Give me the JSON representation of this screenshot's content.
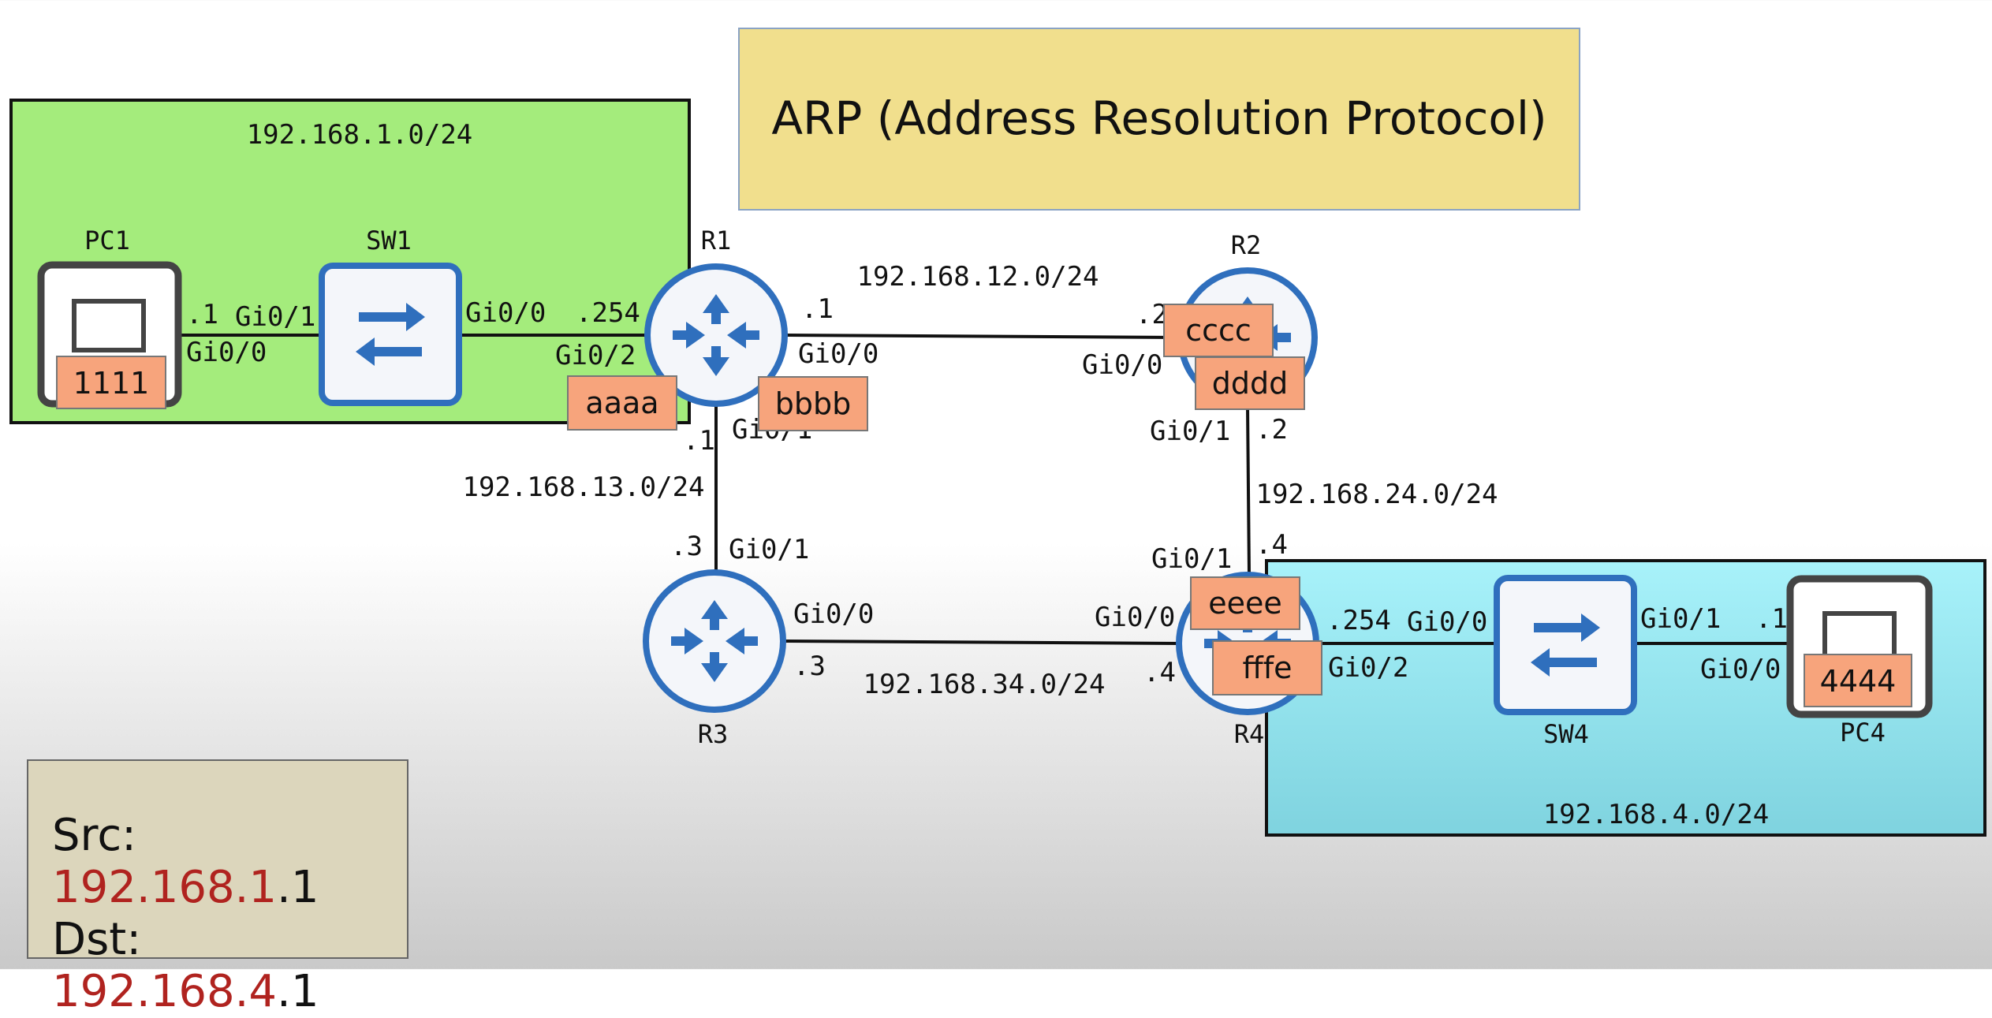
{
  "title": "ARP (Address Resolution Protocol)",
  "networks": {
    "lan1": "192.168.1.0/24",
    "r1_r2": "192.168.12.0/24",
    "r1_r3": "192.168.13.0/24",
    "r2_r4": "192.168.24.0/24",
    "r3_r4": "192.168.34.0/24",
    "lan4": "192.168.4.0/24"
  },
  "devices": {
    "pc1": "PC1",
    "sw1": "SW1",
    "r1": "R1",
    "r2": "R2",
    "r3": "R3",
    "r4": "R4",
    "sw4": "SW4",
    "pc4": "PC4"
  },
  "macs": {
    "pc1": "1111",
    "r1_g02": "aaaa",
    "r1_g00": "bbbb",
    "r2_g00": "cccc",
    "r2_g01": "dddd",
    "r4_g01": "eeee",
    "r4_g02": "fffe",
    "pc4": "4444"
  },
  "labels": {
    "pc1_host": ".1",
    "pc1_if": "Gi0/0",
    "sw1_if_left": "Gi0/1",
    "sw1_if_right": "Gi0/0",
    "r1_lan_host": ".254",
    "r1_lan_if": "Gi0/2",
    "r1_r2_host": ".1",
    "r1_r2_if": "Gi0/0",
    "r1_r3_host": ".1",
    "r1_r3_if": "Gi0/1",
    "r2_r1_host": ".2",
    "r2_r1_if": "Gi0/0",
    "r2_r4_if": "Gi0/1",
    "r2_r4_host": ".2",
    "r3_r1_host": ".3",
    "r3_r1_if": "Gi0/1",
    "r3_r4_if": "Gi0/0",
    "r3_r4_host": ".3",
    "r4_r2_if": "Gi0/1",
    "r4_r2_host": ".4",
    "r4_r3_if": "Gi0/0",
    "r4_r3_host": ".4",
    "r4_lan_host": ".254",
    "r4_lan_if": "Gi0/2",
    "sw4_if_left": "Gi0/0",
    "sw4_if_right": "Gi0/1",
    "pc4_host": ".1",
    "pc4_if": "Gi0/0"
  },
  "packet": {
    "src_label": "Src:",
    "src_net": "192.168.1",
    "src_host": ".1",
    "dst_label": "Dst:",
    "dst_net": "192.168.4",
    "dst_host": ".1"
  },
  "colors": {
    "lan1_bg": "#a4ec7c",
    "lan4_bg_top": "#a8f2fa",
    "lan4_bg_bottom": "#7fd3df",
    "title_bg": "#f1df8d",
    "mac_bg": "#f7a47c",
    "icon_blue": "#2f6fbd",
    "info_bg": "#dcd6bc",
    "highlight": "#b0231f"
  }
}
